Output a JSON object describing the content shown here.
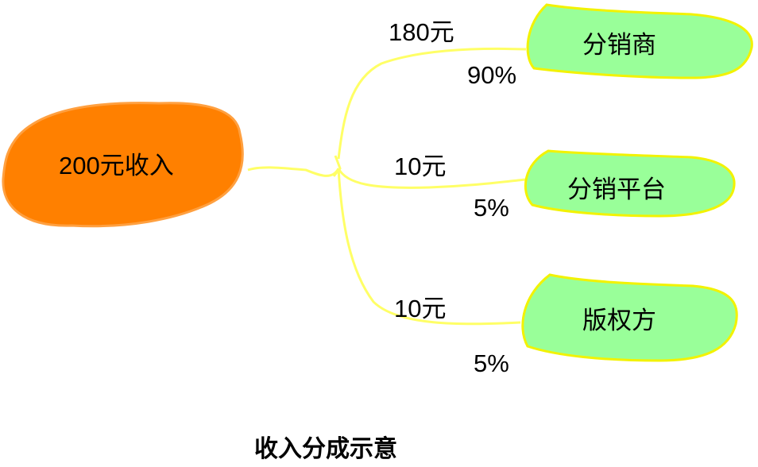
{
  "source": {
    "label": "200元收入",
    "color": "#ff8000"
  },
  "branches": [
    {
      "name": "分销商",
      "amount": "180元",
      "percent": "90%"
    },
    {
      "name": "分销平台",
      "amount": "10元",
      "percent": "5%"
    },
    {
      "name": "版权方",
      "amount": "10元",
      "percent": "5%"
    }
  ],
  "caption": "收入分成示意",
  "colors": {
    "target_fill": "#99ff99",
    "connector": "#ffff66",
    "outline": "#f2f200"
  }
}
